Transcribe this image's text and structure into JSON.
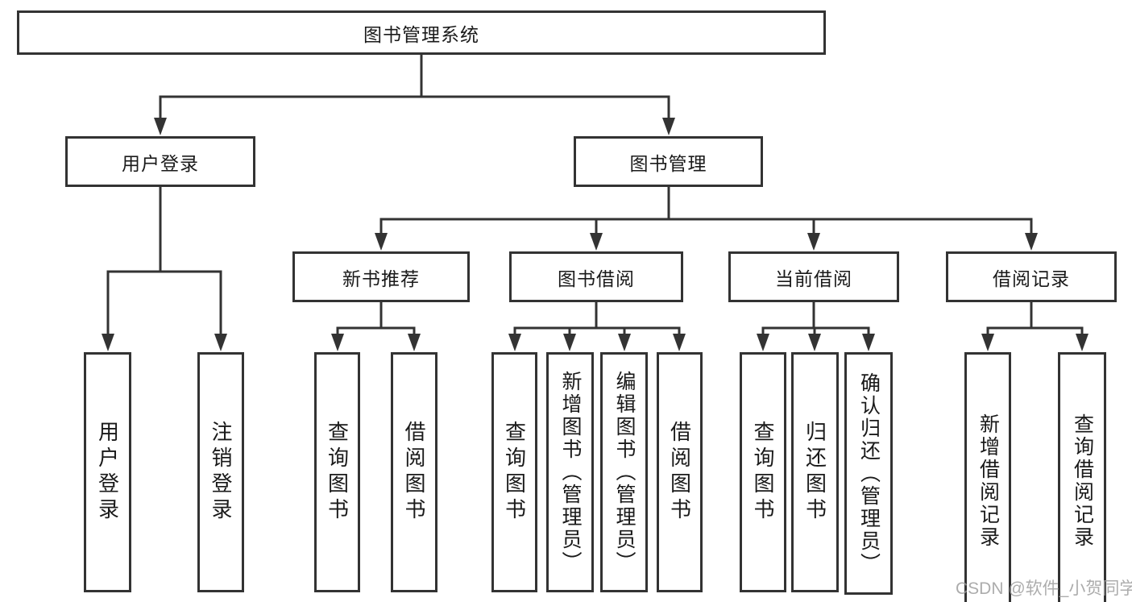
{
  "tree": {
    "root": "图书管理系统",
    "branches": [
      {
        "label": "用户登录",
        "children": [
          "用户登录",
          "注销登录"
        ]
      },
      {
        "label": "图书管理",
        "children": [
          {
            "label": "新书推荐",
            "children": [
              "查询图书",
              "借阅图书"
            ]
          },
          {
            "label": "图书借阅",
            "children": [
              "查询图书",
              "新增图书（管理员）",
              "编辑图书（管理员）",
              "借阅图书"
            ]
          },
          {
            "label": "当前借阅",
            "children": [
              "查询图书",
              "归还图书",
              "确认归还（管理员）"
            ]
          },
          {
            "label": "借阅记录",
            "children": [
              "新增借阅记录",
              "查询借阅记录"
            ]
          }
        ]
      }
    ]
  },
  "watermark": "CSDN @软件_小贺同学",
  "colors": {
    "line": "#333333",
    "text": "#1a1a1a",
    "watermark": "#9e9e9e",
    "background": "#ffffff"
  }
}
